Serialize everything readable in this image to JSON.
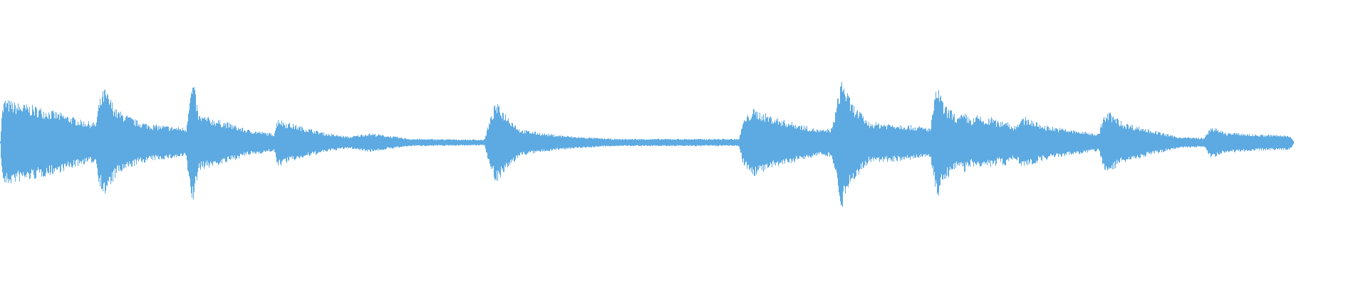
{
  "waveform": {
    "color": "#5DAAE2",
    "background": "#FFFFFF",
    "envelope_points": [
      [
        0.0,
        0.0
      ],
      [
        0.001,
        0.42
      ],
      [
        0.003,
        0.6
      ],
      [
        0.01,
        0.55
      ],
      [
        0.025,
        0.5
      ],
      [
        0.045,
        0.4
      ],
      [
        0.06,
        0.3
      ],
      [
        0.07,
        0.27
      ],
      [
        0.072,
        0.55
      ],
      [
        0.076,
        0.75
      ],
      [
        0.085,
        0.45
      ],
      [
        0.1,
        0.3
      ],
      [
        0.11,
        0.25
      ],
      [
        0.136,
        0.2
      ],
      [
        0.138,
        0.6
      ],
      [
        0.141,
        0.85
      ],
      [
        0.145,
        0.38
      ],
      [
        0.165,
        0.28
      ],
      [
        0.18,
        0.18
      ],
      [
        0.2,
        0.12
      ],
      [
        0.203,
        0.35
      ],
      [
        0.206,
        0.3
      ],
      [
        0.22,
        0.22
      ],
      [
        0.24,
        0.12
      ],
      [
        0.255,
        0.08
      ],
      [
        0.27,
        0.13
      ],
      [
        0.285,
        0.09
      ],
      [
        0.3,
        0.05
      ],
      [
        0.354,
        0.04
      ],
      [
        0.356,
        0.2
      ],
      [
        0.362,
        0.55
      ],
      [
        0.367,
        0.45
      ],
      [
        0.38,
        0.18
      ],
      [
        0.4,
        0.12
      ],
      [
        0.42,
        0.08
      ],
      [
        0.45,
        0.05
      ],
      [
        0.54,
        0.05
      ],
      [
        0.543,
        0.3
      ],
      [
        0.55,
        0.46
      ],
      [
        0.57,
        0.32
      ],
      [
        0.6,
        0.17
      ],
      [
        0.608,
        0.2
      ],
      [
        0.611,
        0.5
      ],
      [
        0.615,
        0.9
      ],
      [
        0.622,
        0.55
      ],
      [
        0.635,
        0.28
      ],
      [
        0.66,
        0.25
      ],
      [
        0.68,
        0.2
      ],
      [
        0.682,
        0.5
      ],
      [
        0.685,
        0.8
      ],
      [
        0.69,
        0.5
      ],
      [
        0.695,
        0.45
      ],
      [
        0.7,
        0.35
      ],
      [
        0.705,
        0.4
      ],
      [
        0.71,
        0.32
      ],
      [
        0.715,
        0.38
      ],
      [
        0.72,
        0.3
      ],
      [
        0.725,
        0.35
      ],
      [
        0.73,
        0.28
      ],
      [
        0.735,
        0.32
      ],
      [
        0.74,
        0.22
      ],
      [
        0.745,
        0.3
      ],
      [
        0.75,
        0.35
      ],
      [
        0.76,
        0.25
      ],
      [
        0.78,
        0.18
      ],
      [
        0.803,
        0.12
      ],
      [
        0.806,
        0.35
      ],
      [
        0.811,
        0.42
      ],
      [
        0.82,
        0.28
      ],
      [
        0.84,
        0.18
      ],
      [
        0.86,
        0.08
      ],
      [
        0.88,
        0.06
      ],
      [
        0.885,
        0.22
      ],
      [
        0.895,
        0.14
      ],
      [
        0.92,
        0.11
      ],
      [
        0.943,
        0.1
      ],
      [
        0.946,
        0.0
      ],
      [
        1.0,
        0.0
      ]
    ],
    "end_fraction": 0.946
  }
}
